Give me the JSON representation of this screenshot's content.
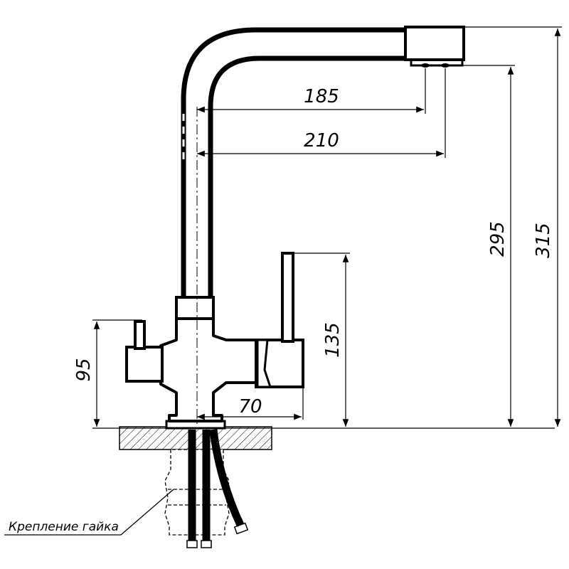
{
  "dimensions": {
    "spout_reach_inner": "185",
    "spout_reach_outer": "210",
    "aerator_height": "295",
    "total_height": "315",
    "lever_height": "135",
    "side_valve_height": "95",
    "side_offset": "70"
  },
  "callout": {
    "mount_nut_label": "Крепление гайка"
  }
}
